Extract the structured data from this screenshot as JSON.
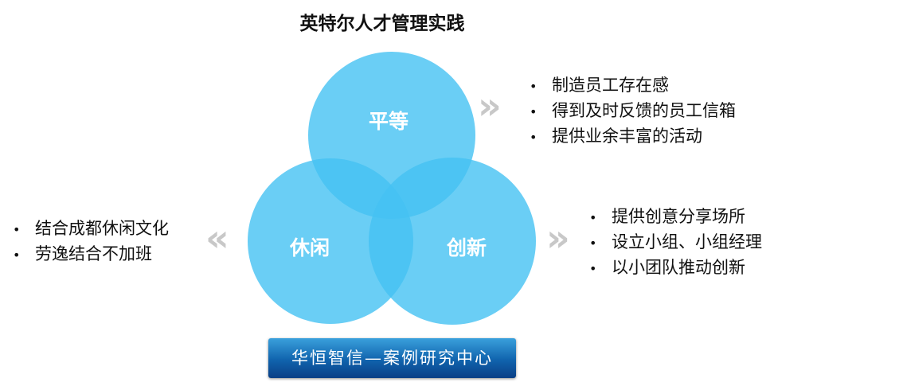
{
  "title": "英特尔人才管理实践",
  "circles": {
    "top": "平等",
    "left": "休闲",
    "right": "创新"
  },
  "lists": {
    "top": [
      "制造员工存在感",
      "得到及时反馈的员工信箱",
      "提供业余丰富的活动"
    ],
    "right": [
      "提供创意分享场所",
      "设立小组、小组经理",
      "以小团队推动创新"
    ],
    "left": [
      "结合成都休闲文化",
      "劳逸结合不加班"
    ]
  },
  "chevrons": {
    "right": "»",
    "left": "«"
  },
  "banner": "华恒智信—案例研究中心",
  "colors": {
    "circle": "#55c8f4",
    "banner": "#1063ad"
  }
}
